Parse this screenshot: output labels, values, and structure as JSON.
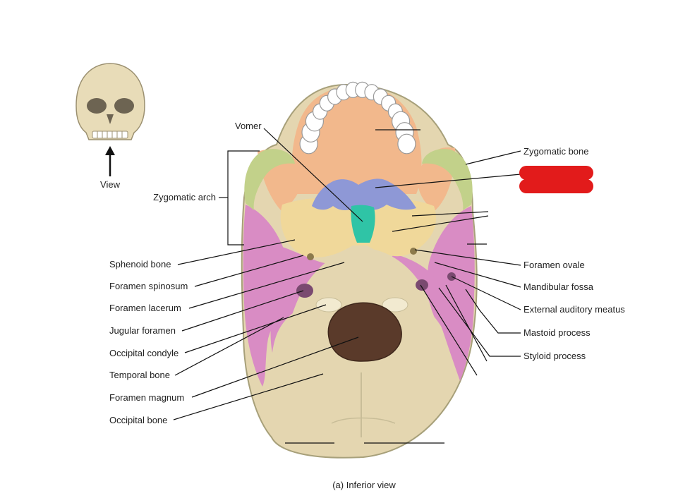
{
  "view_label": "View",
  "caption": "(a) Inferior view",
  "labels_left": {
    "zygomatic_arch": "Zygomatic arch",
    "sphenoid_bone": "Sphenoid bone",
    "foramen_spinosum": "Foramen spinosum",
    "foramen_lacerum": "Foramen lacerum",
    "jugular_foramen": "Jugular foramen",
    "occipital_condyle": "Occipital condyle",
    "temporal_bone": "Temporal bone",
    "foramen_magnum": "Foramen magnum",
    "occipital_bone": "Occipital bone"
  },
  "labels_top": {
    "vomer": "Vomer"
  },
  "labels_right": {
    "zygomatic_bone": "Zygomatic bone",
    "foramen_ovale": "Foramen ovale",
    "mandibular_fossa": "Mandibular fossa",
    "external_auditory_meatus": "External auditory meatus",
    "mastoid_process": "Mastoid process",
    "styloid_process": "Styloid process"
  },
  "colors": {
    "occipital": "#e4d6b0",
    "maxilla_palatine": "#f2b88c",
    "zygomatic": "#c2d18a",
    "temporal": "#d98cc4",
    "sphenoid": "#f0d89a",
    "vomer": "#2fc4a6",
    "palatine_blue": "#8e98d6",
    "foramen_magnum": "#5a3a2a",
    "redaction": "#e21b1b",
    "outline": "#a7a07a"
  }
}
